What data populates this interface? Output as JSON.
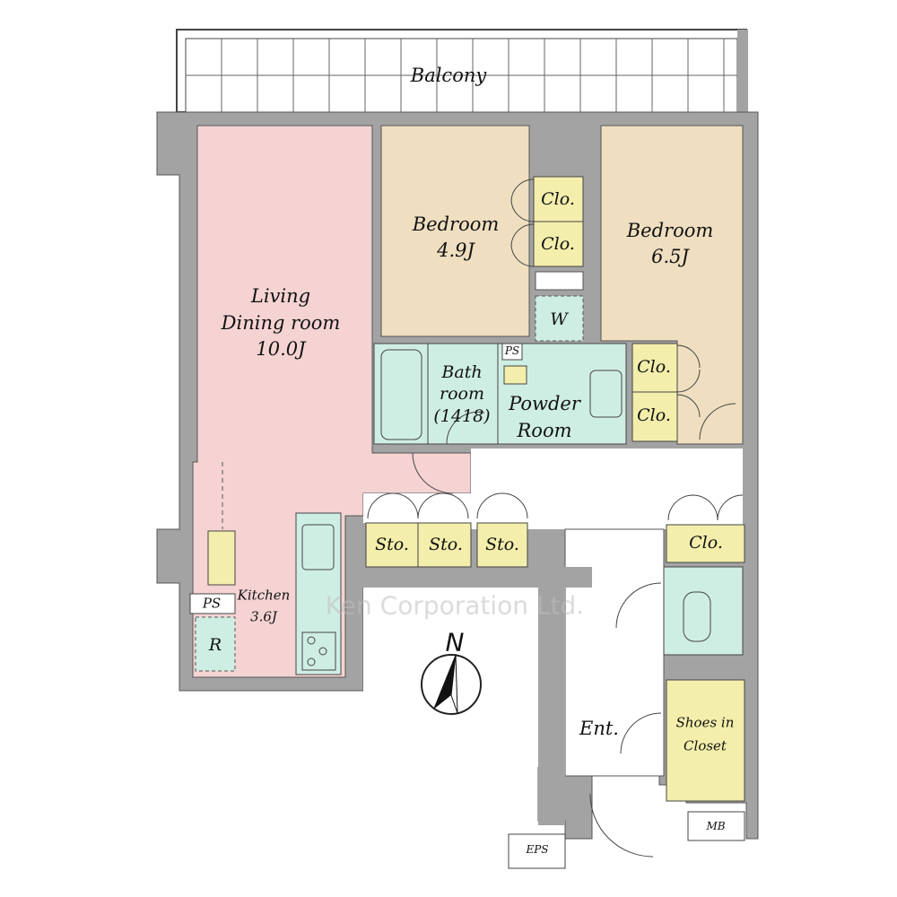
{
  "colors": {
    "wall": "#a3a3a3",
    "living": "#f5d3d3",
    "bedroom": "#efdfc0",
    "wet": "#cfeee3",
    "storage": "#f3eeab"
  },
  "labels": {
    "balcony": "Balcony",
    "living": [
      "Living",
      "Dining room",
      "10.0J"
    ],
    "bedroom1": [
      "Bedroom",
      "4.9J"
    ],
    "bedroom2": [
      "Bedroom",
      "6.5J"
    ],
    "clo": "Clo.",
    "washer": "W",
    "bath": [
      "Bath",
      "room",
      "(1418)"
    ],
    "powder": [
      "Powder",
      "Room"
    ],
    "ps": "PS",
    "sto": "Sto.",
    "kitchen": [
      "Kitchen",
      "3.6J"
    ],
    "fridge": "R",
    "entrance": "Ent.",
    "shoes": [
      "Shoes in",
      "Closet"
    ],
    "mb": "MB",
    "eps": "EPS",
    "north": "N"
  },
  "watermark": "Ken Corporation Ltd."
}
